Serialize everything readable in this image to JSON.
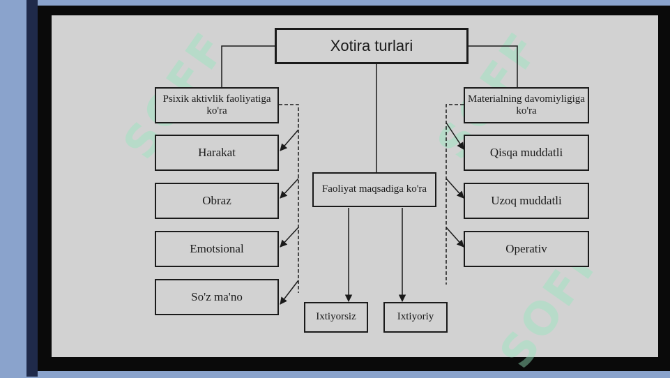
{
  "watermark": "SOFF",
  "diagram": {
    "root": "Xotira turlari",
    "left_category": "Psixik aktivlik faoliyatiga ko'ra",
    "left_items": [
      "Harakat",
      "Obraz",
      "Emotsional",
      "So'z ma'no"
    ],
    "center_category": "Faoliyat maqsadiga ko'ra",
    "center_items": [
      "Ixtiyorsiz",
      "Ixtiyoriy"
    ],
    "right_category": "Materialning davomiyligiga ko'ra",
    "right_items": [
      "Qisqa muddatli",
      "Uzoq muddatli",
      "Operativ"
    ]
  }
}
